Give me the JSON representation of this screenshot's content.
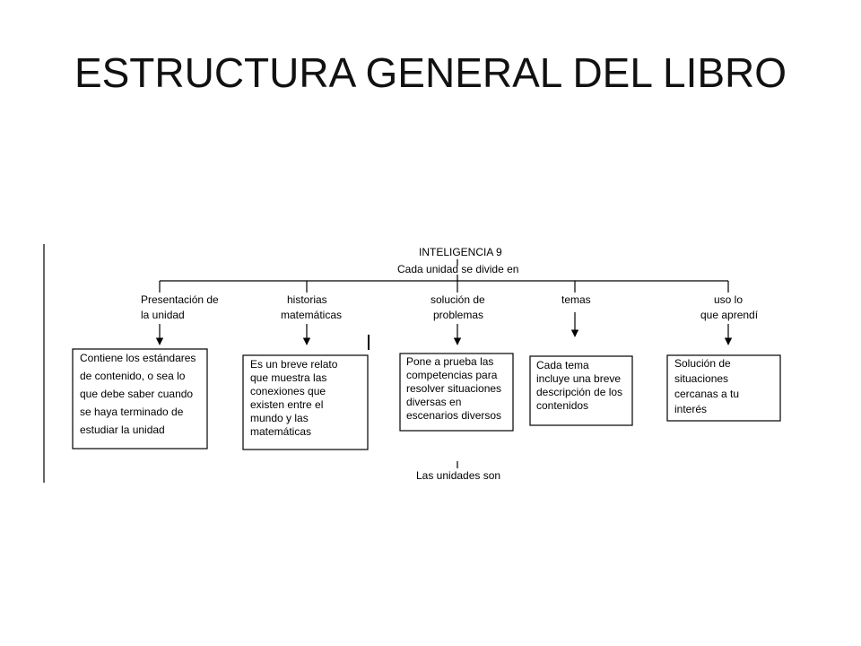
{
  "title": "ESTRUCTURA GENERAL DEL LIBRO",
  "root": {
    "title": "INTELIGENCIA 9",
    "subtitle": "Cada unidad se divide en"
  },
  "branches": [
    {
      "heading": [
        "Presentación de",
        "la unidad"
      ],
      "description": [
        "Contiene los estándares",
        "de contenido, o sea lo",
        "que debe saber cuando",
        "se haya terminado de",
        "estudiar la unidad"
      ]
    },
    {
      "heading": [
        "historias",
        "matemáticas"
      ],
      "description": [
        "Es un breve relato",
        "que muestra las",
        "conexiones que",
        "existen entre el",
        "mundo y las",
        "matemáticas"
      ]
    },
    {
      "heading": [
        "solución de",
        "problemas"
      ],
      "description": [
        "Pone a prueba las",
        "competencias para",
        "resolver situaciones",
        "diversas en",
        "escenarios diversos"
      ]
    },
    {
      "heading": [
        "temas"
      ],
      "description": [
        "Cada tema",
        "incluye una breve",
        "descripción de los",
        "contenidos"
      ]
    },
    {
      "heading": [
        "uso lo",
        "que aprendí"
      ],
      "description": [
        "Solución de",
        "situaciones",
        "cercanas a tu",
        "interés"
      ]
    }
  ],
  "footer": "Las unidades son"
}
